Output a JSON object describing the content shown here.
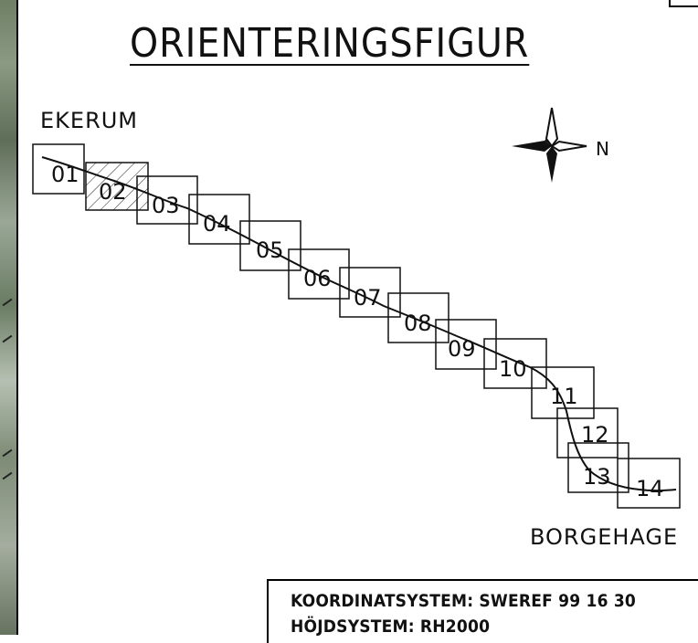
{
  "title": "ORIENTERINGSFIGUR",
  "place_start": "EKERUM",
  "place_end": "BORGEHAGE",
  "compass_label": "N",
  "sheets": [
    {
      "label": "01",
      "hatched": false
    },
    {
      "label": "02",
      "hatched": true
    },
    {
      "label": "03",
      "hatched": false
    },
    {
      "label": "04",
      "hatched": false
    },
    {
      "label": "05",
      "hatched": false
    },
    {
      "label": "06",
      "hatched": false
    },
    {
      "label": "07",
      "hatched": false
    },
    {
      "label": "08",
      "hatched": false
    },
    {
      "label": "09",
      "hatched": false
    },
    {
      "label": "10",
      "hatched": false
    },
    {
      "label": "11",
      "hatched": false
    },
    {
      "label": "12",
      "hatched": false
    },
    {
      "label": "13",
      "hatched": false
    },
    {
      "label": "14",
      "hatched": false
    }
  ],
  "info": {
    "coordinate_system": "KOORDINATSYSTEM: SWEREF 99 16 30",
    "height_system": "HÖJDSYSTEM: RH2000"
  },
  "colors": {
    "line": "#111111",
    "background": "#ffffff"
  }
}
